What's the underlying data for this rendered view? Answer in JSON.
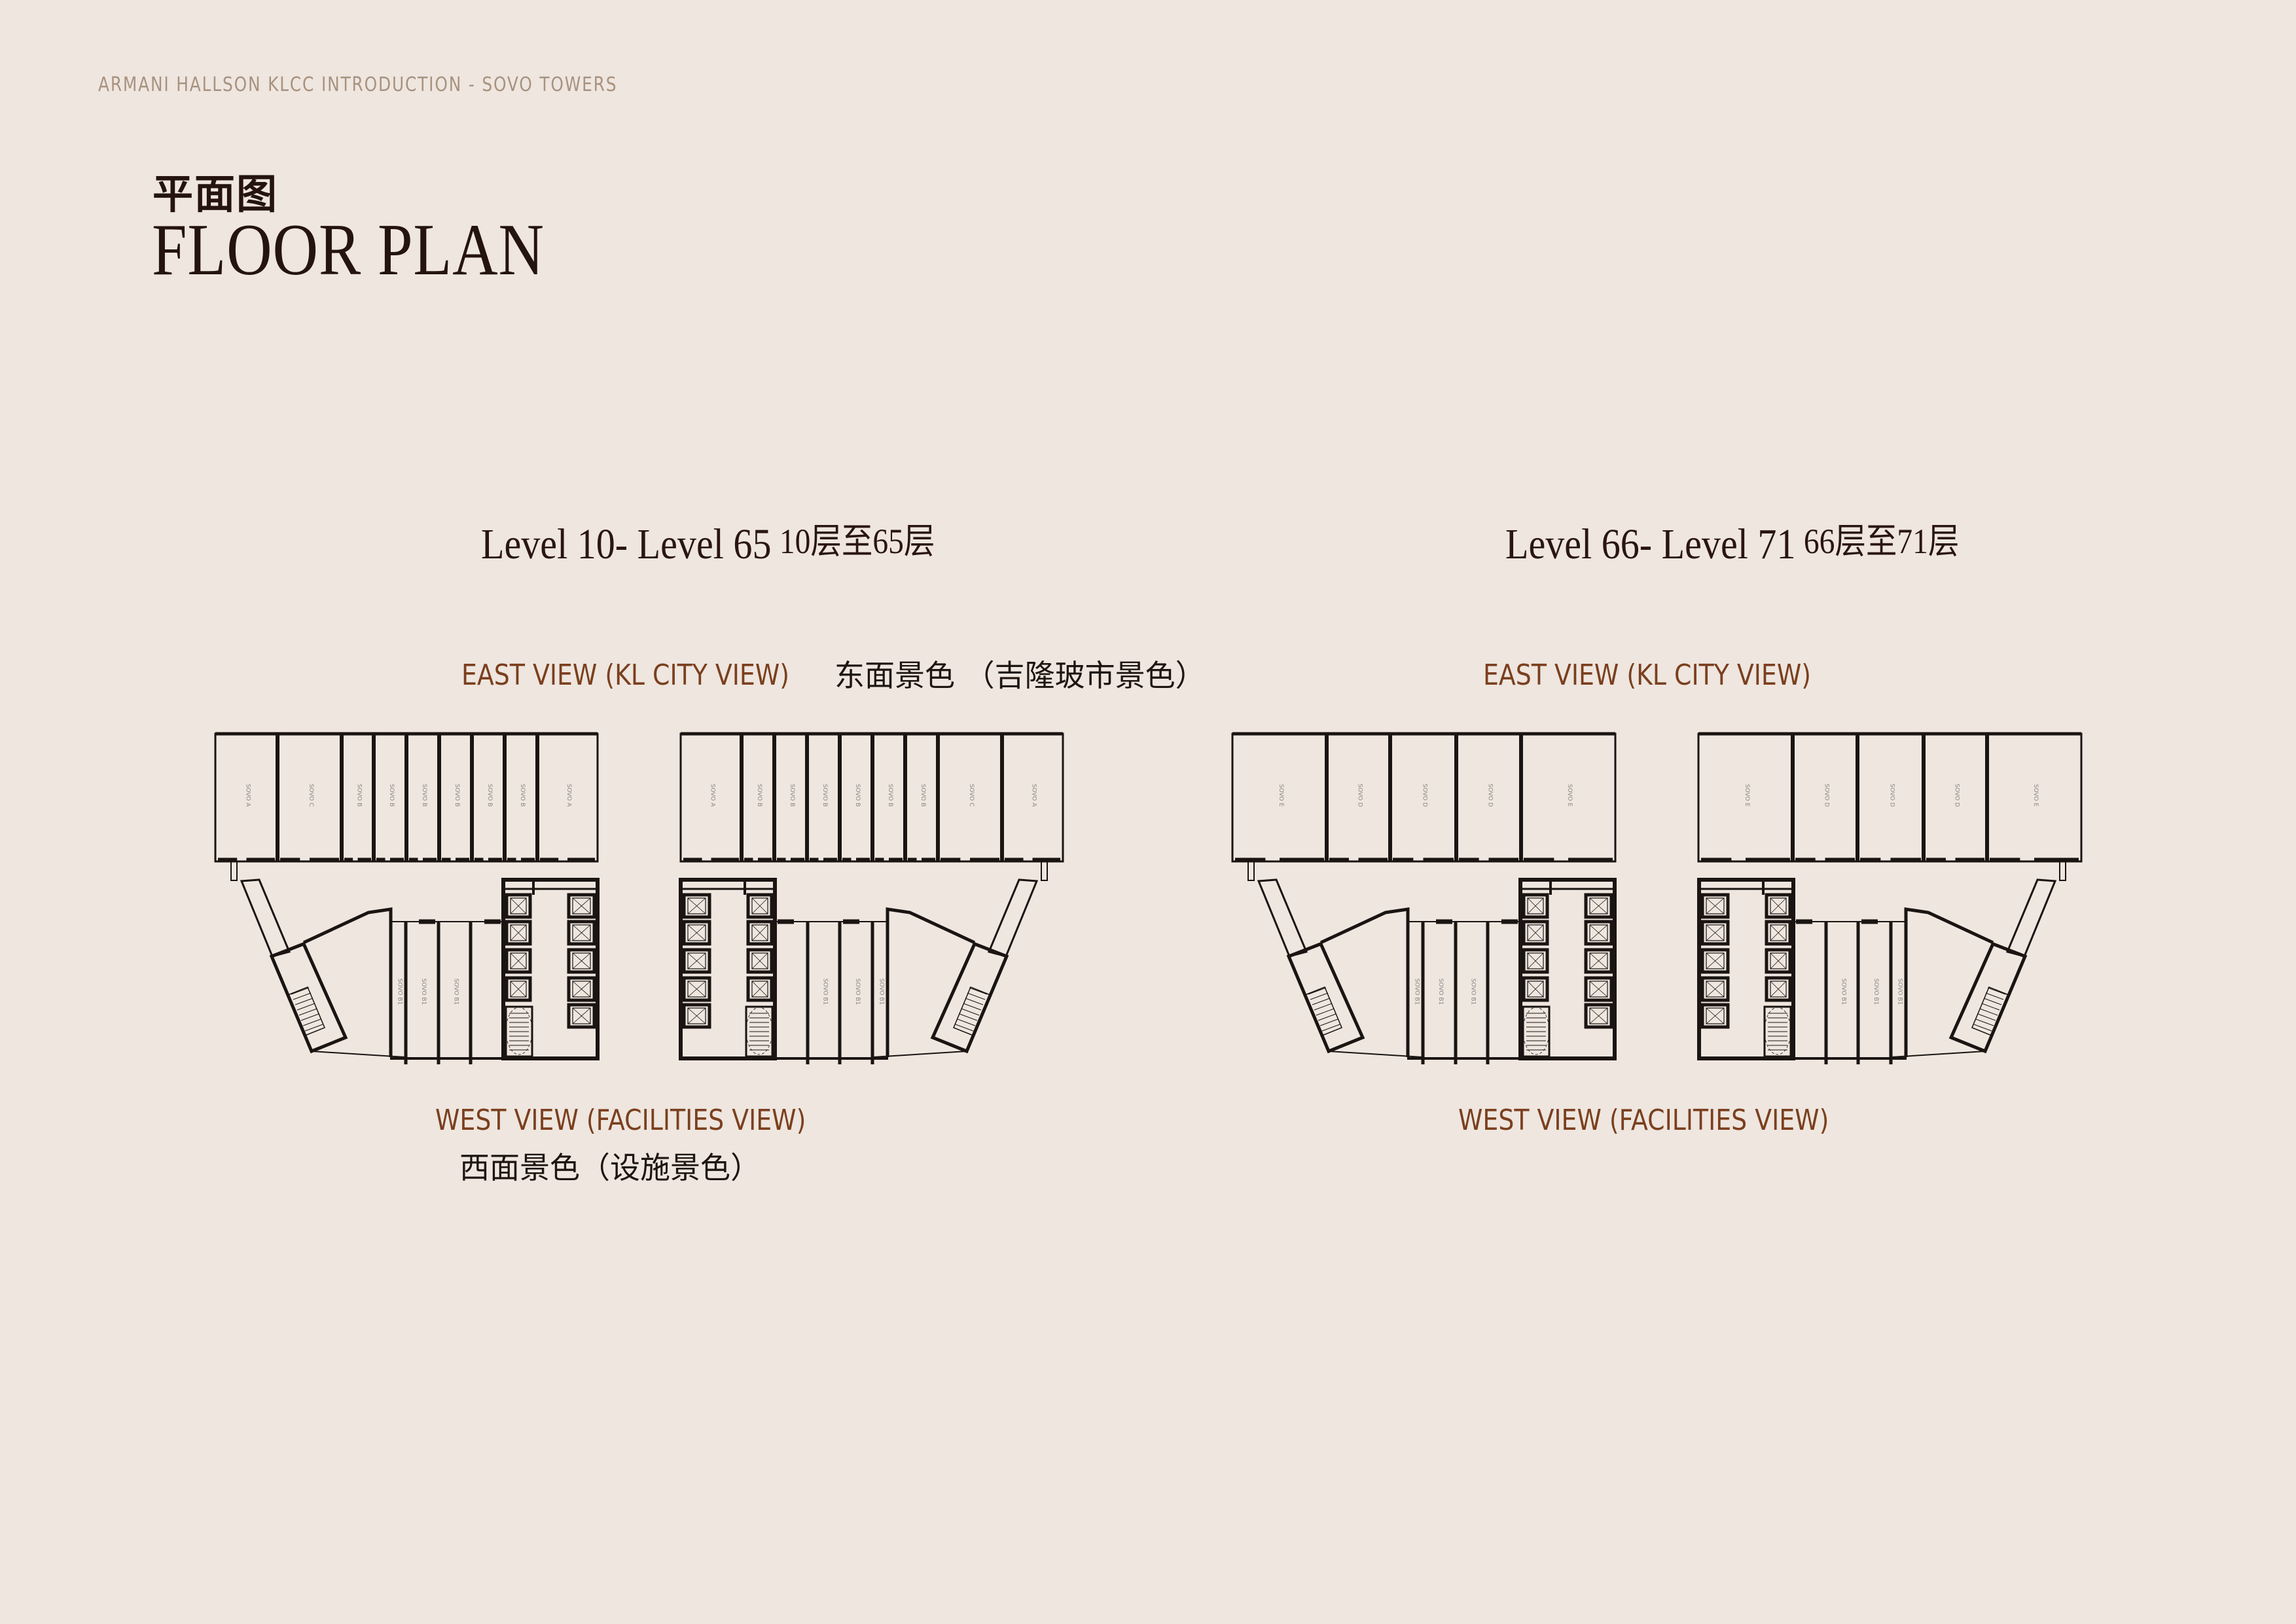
{
  "header": {
    "running_title": "ARMANI HALLSON KLCC INTRODUCTION - SOVO TOWERS"
  },
  "title": {
    "chinese": "平面图",
    "english": "FLOOR PLAN"
  },
  "colors": {
    "background": "#EEE6DF",
    "accent": "#7B3F1E",
    "header": "#A8927F",
    "title": "#24130E",
    "linework": "#1A1412"
  },
  "plans": [
    {
      "level_en": "Level 10- Level 65",
      "level_cn": "10层至65层",
      "east_view": "EAST VIEW (KL CITY VIEW)",
      "east_view_cn": "东面景色 （吉隆玻市景色）",
      "west_view": "WEST VIEW (FACILITIES VIEW)",
      "west_view_cn": "西面景色（设施景色）",
      "west_wing_units": [
        "SOVO A",
        "SOVO C",
        "SOVO B",
        "SOVO B",
        "SOVO B",
        "SOVO B",
        "SOVO B",
        "SOVO B",
        "SOVO A"
      ],
      "east_wing_units": [
        "SOVO A",
        "SOVO B",
        "SOVO B",
        "SOVO B",
        "SOVO B",
        "SOVO B",
        "SOVO B",
        "SOVO C",
        "SOVO A"
      ],
      "lower_units": [
        "SOVO B1",
        "SOVO B1",
        "SOVO B1"
      ]
    },
    {
      "level_en": "Level 66- Level 71",
      "level_cn": "66层至71层",
      "east_view": "EAST VIEW (KL CITY VIEW)",
      "west_view": "WEST VIEW (FACILITIES VIEW)",
      "west_wing_units": [
        "SOVO E",
        "SOVO D",
        "SOVO D",
        "SOVO D",
        "SOVO E"
      ],
      "east_wing_units": [
        "SOVO E",
        "SOVO D",
        "SOVO D",
        "SOVO D",
        "SOVO E"
      ],
      "lower_units": [
        "SOVO B1",
        "SOVO B1",
        "SOVO B1"
      ]
    }
  ]
}
